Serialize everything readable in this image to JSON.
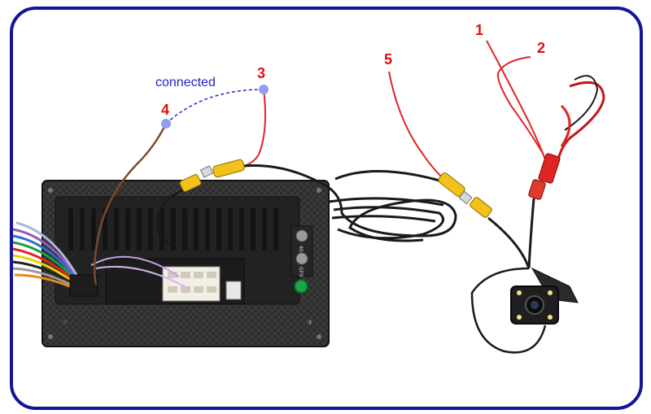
{
  "labels": {
    "connected": "connected",
    "n1": "1",
    "n2": "2",
    "n3": "3",
    "n4": "4",
    "n5": "5",
    "port_4g": "4G",
    "port_gps": "GPS"
  },
  "colors": {
    "frame_border": "#14149a",
    "number_red": "#e01010",
    "connected_blue": "#2323c8",
    "dashed_line": "#2a2ad0",
    "dot_blue": "#8f9ff0",
    "red_wire": "#e02424",
    "brown_wire": "#7a4a2a",
    "black_cable": "#1a1a1a",
    "rca_yellow": "#f2c21a",
    "unit_body": "#2a2a2a"
  }
}
